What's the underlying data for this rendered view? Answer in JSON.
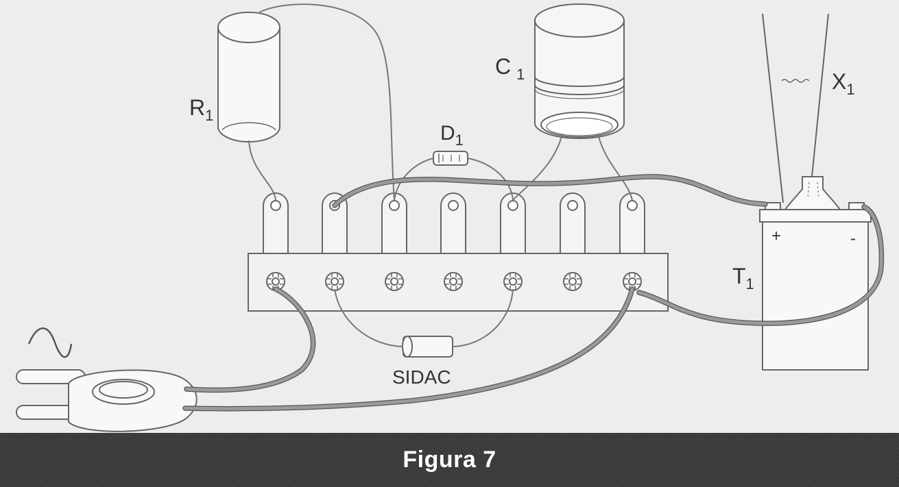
{
  "labels": {
    "r1": "R",
    "r1_sub": "1",
    "c1": "C",
    "c1_sub": "1",
    "d1": "D",
    "d1_sub": "1",
    "x1": "X",
    "x1_sub": "1",
    "t1": "T",
    "t1_sub": "1",
    "sidac": "SIDAC",
    "plus": "+",
    "minus": "-",
    "ac_symbol": "ac-wave-icon"
  },
  "caption": "Figura 7",
  "colors": {
    "background": "#ededed",
    "wire_thin": "#777777",
    "wire_thick": "#8a8a8a",
    "caption_bar": "#3a3a3a",
    "caption_text": "#ffffff"
  }
}
